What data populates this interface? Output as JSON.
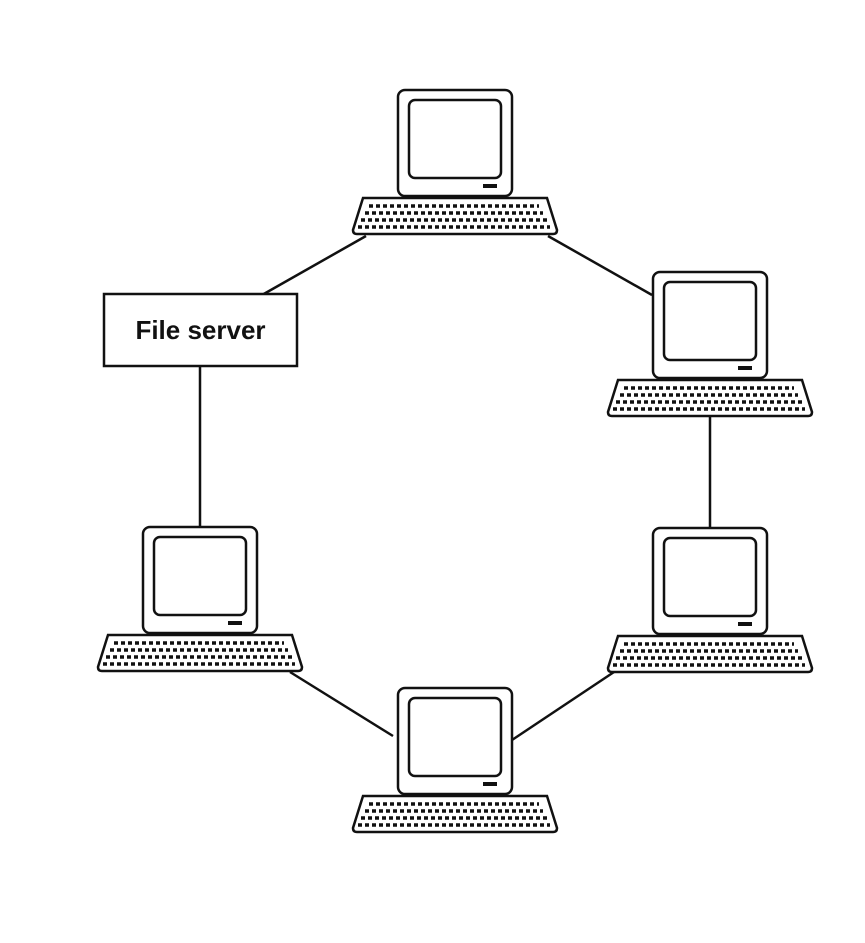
{
  "diagram": {
    "type": "ring-network",
    "server": {
      "label": "File server"
    },
    "workstations": [
      {
        "id": "top"
      },
      {
        "id": "upper-right"
      },
      {
        "id": "lower-right"
      },
      {
        "id": "bottom"
      },
      {
        "id": "lower-left"
      }
    ],
    "links": [
      {
        "from": "file-server",
        "to": "top"
      },
      {
        "from": "top",
        "to": "upper-right"
      },
      {
        "from": "upper-right",
        "to": "lower-right"
      },
      {
        "from": "lower-right",
        "to": "bottom"
      },
      {
        "from": "bottom",
        "to": "lower-left"
      },
      {
        "from": "lower-left",
        "to": "file-server"
      }
    ],
    "colors": {
      "line": "#111111",
      "background": "#ffffff"
    }
  }
}
